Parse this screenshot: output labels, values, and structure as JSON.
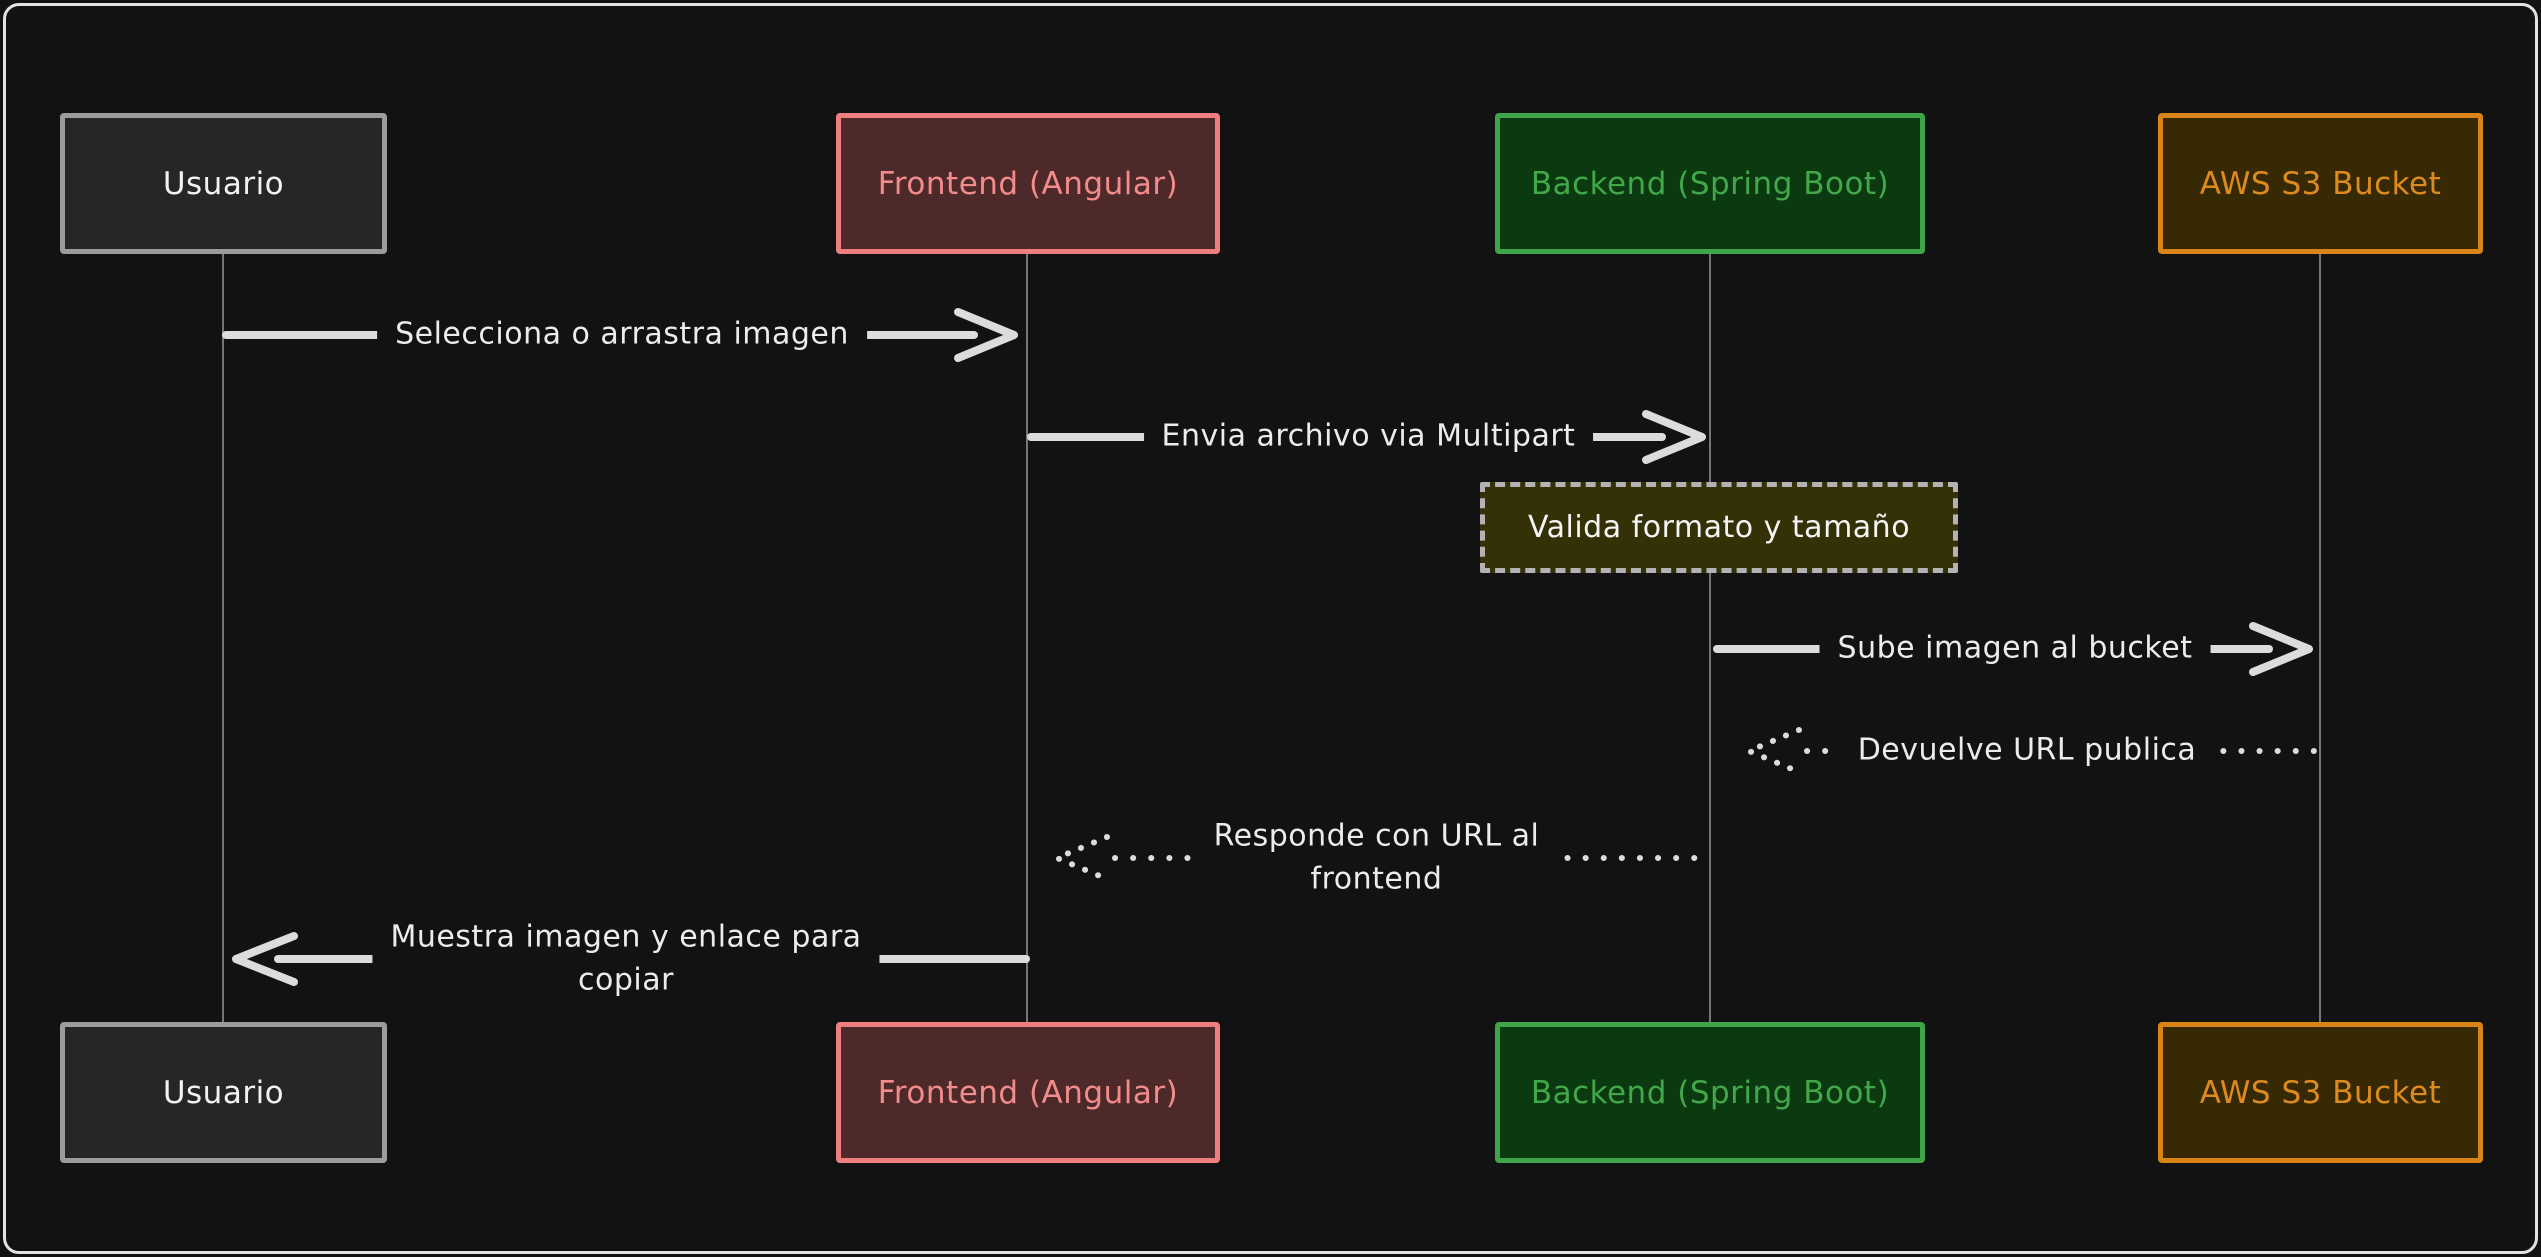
{
  "diagram": {
    "type": "sequence-diagram",
    "background": "#121212",
    "frame_color": "#e3e3e3",
    "lifeline_color": "#767676",
    "arrow_color": "#dcdcdc",
    "message_text_color": "#ececec"
  },
  "participants": [
    {
      "id": "usuario",
      "label": "Usuario",
      "border": "#9c9c9c",
      "fill": "#262626",
      "text": "#f2f2f2"
    },
    {
      "id": "frontend",
      "label": "Frontend (Angular)",
      "border": "#ef7e7e",
      "fill": "#4d2929",
      "text": "#f28b8b"
    },
    {
      "id": "backend",
      "label": "Backend (Spring Boot)",
      "border": "#3fa549",
      "fill": "#0c3a10",
      "text": "#41a74b"
    },
    {
      "id": "s3",
      "label": "AWS S3 Bucket",
      "border": "#d98418",
      "fill": "#382905",
      "text": "#dd8a1e"
    }
  ],
  "messages": [
    {
      "from": "usuario",
      "to": "frontend",
      "style": "solid",
      "direction": "right",
      "label": "Selecciona o arrastra imagen"
    },
    {
      "from": "frontend",
      "to": "backend",
      "style": "solid",
      "direction": "right",
      "label": "Envia archivo via Multipart"
    },
    {
      "from": "backend",
      "to": "s3",
      "style": "solid",
      "direction": "right",
      "label": "Sube imagen al bucket"
    },
    {
      "from": "s3",
      "to": "backend",
      "style": "dotted",
      "direction": "left",
      "label": "Devuelve URL publica"
    },
    {
      "from": "backend",
      "to": "frontend",
      "style": "dotted",
      "direction": "left",
      "label": "Responde con URL al frontend",
      "lines": [
        "Responde con URL al",
        "frontend"
      ]
    },
    {
      "from": "frontend",
      "to": "usuario",
      "style": "solid",
      "direction": "left",
      "label": "Muestra imagen y enlace para copiar",
      "lines": [
        "Muestra imagen y enlace para",
        "copiar"
      ]
    }
  ],
  "note": {
    "over": "backend",
    "label": "Valida formato y tamaño",
    "fill": "#343107",
    "border": "#b3b3b3",
    "text": "#f5f5f5"
  }
}
